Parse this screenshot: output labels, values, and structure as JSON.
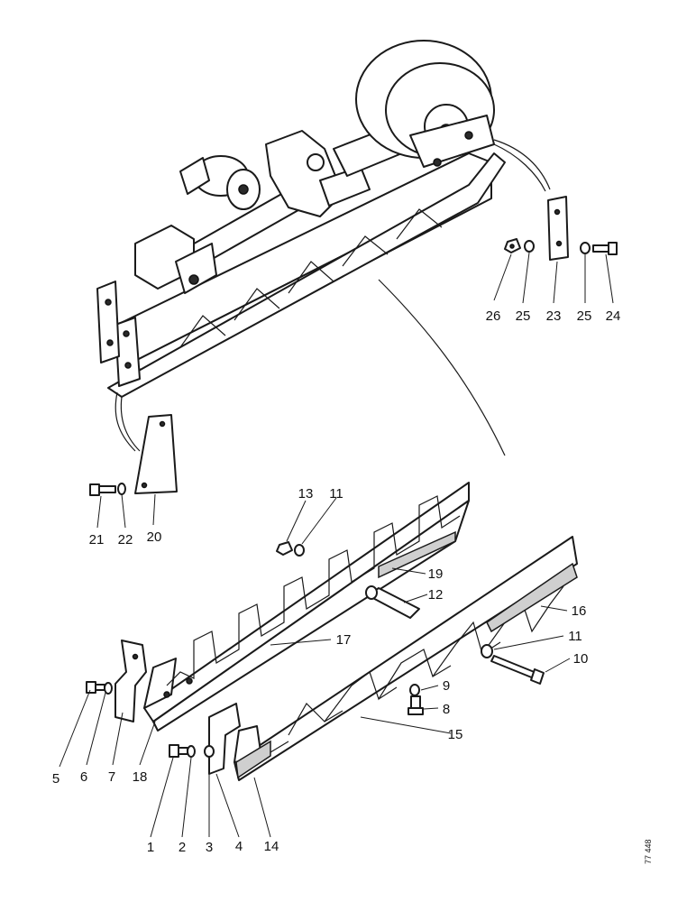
{
  "callouts": {
    "c1": "1",
    "c2": "2",
    "c3": "3",
    "c4": "4",
    "c5": "5",
    "c6": "6",
    "c7": "7",
    "c8": "8",
    "c9": "9",
    "c10": "10",
    "c11a": "11",
    "c11b": "11",
    "c12": "12",
    "c13": "13",
    "c14": "14",
    "c15": "15",
    "c16": "16",
    "c17": "17",
    "c18": "18",
    "c19": "19",
    "c20": "20",
    "c21": "21",
    "c22": "22",
    "c23": "23",
    "c24": "24",
    "c25a": "25",
    "c25b": "25",
    "c26": "26"
  },
  "drawing_ref": "77 448"
}
